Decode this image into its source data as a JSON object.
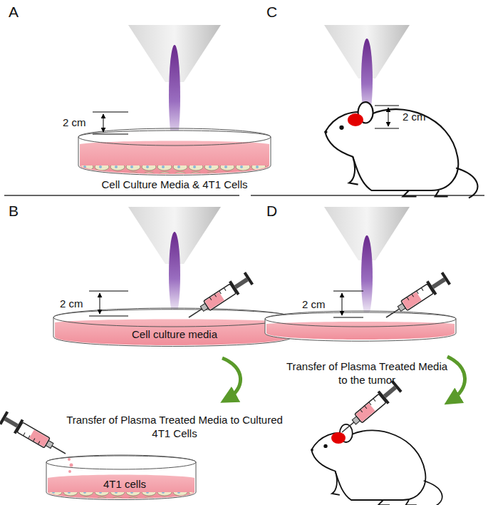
{
  "diagram": {
    "labels": [
      "A",
      "2 cm",
      "Cell Culture Media & 4T1 Cells",
      "C",
      "2 cm",
      "B",
      "2 cm",
      "Cell culture media",
      "Transfer of Plasma Treated Media to Cultured 4T1 Cells",
      "4T1 cells",
      "D",
      "2 cm",
      "Transfer of Plasma Treated Media to the tumor"
    ]
  }
}
